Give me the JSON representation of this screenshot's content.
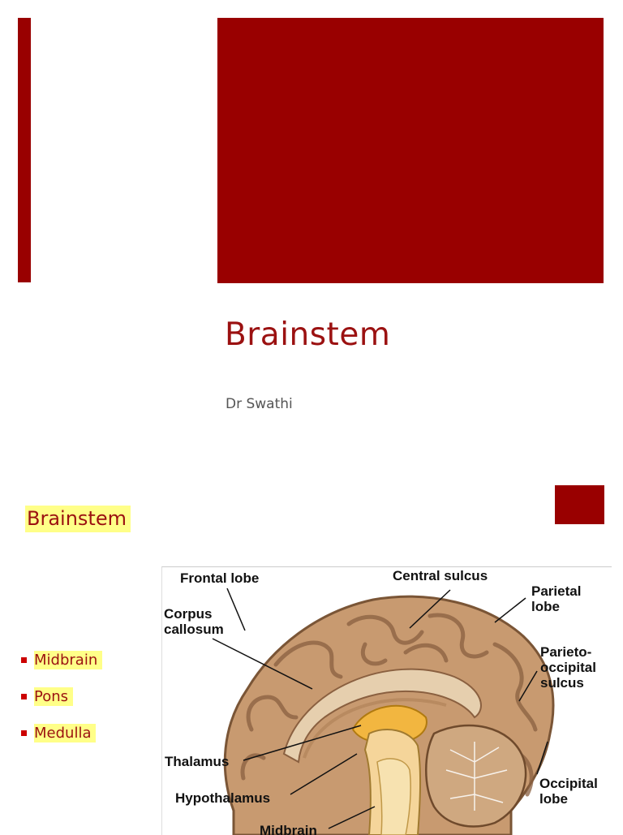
{
  "slide1": {
    "title": "Brainstem",
    "subtitle": "Dr Swathi",
    "accent_color": "#990000"
  },
  "slide2": {
    "title": "Brainstem",
    "highlight_color": "#ffff88",
    "bullets": [
      "Midbrain",
      "Pons",
      "Medulla"
    ],
    "figure_labels": {
      "frontal_lobe": "Frontal lobe",
      "central_sulcus": "Central sulcus",
      "parietal_lobe": "Parietal\nlobe",
      "corpus_callosum": "Corpus\ncallosum",
      "parieto_occipital_sulcus": "Parieto-\noccipital\nsulcus",
      "thalamus": "Thalamus",
      "hypothalamus": "Hypothalamus",
      "occipital_lobe": "Occipital\nlobe",
      "midbrain": "Midbrain"
    }
  }
}
